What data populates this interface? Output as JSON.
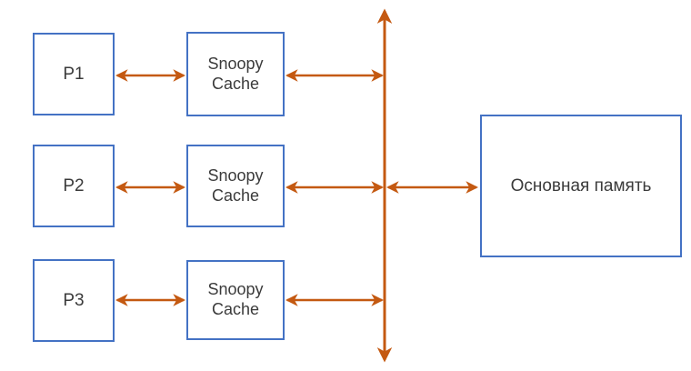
{
  "colors": {
    "box_border": "#4472C4",
    "arrow": "#C45911",
    "text": "#3B3B3B",
    "background": "#FFFFFF"
  },
  "diagram": {
    "processors": [
      {
        "label": "P1"
      },
      {
        "label": "P2"
      },
      {
        "label": "P3"
      }
    ],
    "caches": [
      {
        "label": "Snoopy Cache"
      },
      {
        "label": "Snoopy Cache"
      },
      {
        "label": "Snoopy Cache"
      }
    ],
    "memory": {
      "label": "Основная память"
    },
    "bus": {
      "type": "vertical-bus-double-arrow"
    },
    "connections": [
      {
        "from": "P1",
        "to": "Snoopy Cache 1",
        "style": "bidirectional"
      },
      {
        "from": "P2",
        "to": "Snoopy Cache 2",
        "style": "bidirectional"
      },
      {
        "from": "P3",
        "to": "Snoopy Cache 3",
        "style": "bidirectional"
      },
      {
        "from": "Snoopy Cache 1",
        "to": "bus",
        "style": "bidirectional"
      },
      {
        "from": "Snoopy Cache 2",
        "to": "bus",
        "style": "bidirectional"
      },
      {
        "from": "Snoopy Cache 3",
        "to": "bus",
        "style": "bidirectional"
      },
      {
        "from": "bus",
        "to": "Основная память",
        "style": "bidirectional"
      }
    ]
  }
}
